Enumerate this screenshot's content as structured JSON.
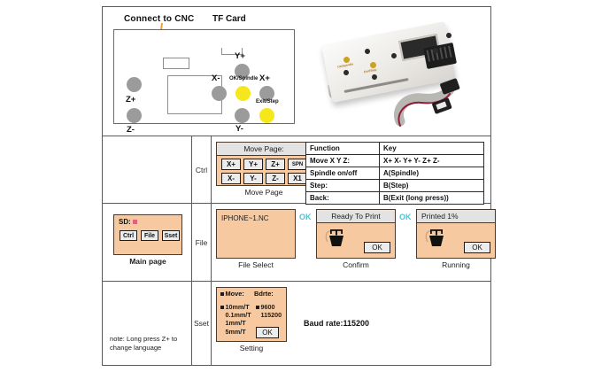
{
  "top_panel": {
    "connect_label": "Connect to CNC",
    "tf_label": "TF Card",
    "buttons": [
      {
        "name": "z-plus",
        "label": "Z+",
        "color": "#9b9b9b"
      },
      {
        "name": "z-minus",
        "label": "Z-",
        "color": "#9b9b9b"
      },
      {
        "name": "y-plus",
        "label": "Y+",
        "color": "#9b9b9b"
      },
      {
        "name": "y-minus",
        "label": "Y-",
        "color": "#9b9b9b"
      },
      {
        "name": "x-minus",
        "label": "X-",
        "color": "#9b9b9b"
      },
      {
        "name": "x-plus",
        "label": "X+",
        "color": "#9b9b9b"
      },
      {
        "name": "ok-spindle",
        "label": "OK/Spindle",
        "color": "#f5e71b"
      },
      {
        "name": "exit-step",
        "label": "Exit/Step",
        "color": "#f5e71b"
      }
    ]
  },
  "ctrl_row": {
    "row_label": "Ctrl",
    "screen_title": "Move Page:",
    "keys": [
      "X+",
      "Y+",
      "Z+",
      "SPN",
      "X-",
      "Y-",
      "Z-",
      "X1"
    ],
    "caption": "Move Page",
    "function_table": {
      "headers": [
        "Function",
        "Key"
      ],
      "rows": [
        [
          "Move X Y Z:",
          "X+  X-  Y+  Y-  Z+  Z-"
        ],
        [
          "Spindle on/off",
          "A(Spindle)"
        ],
        [
          "Step:",
          "B(Step)"
        ],
        [
          "Back:",
          "B(Exit (long press))"
        ]
      ]
    }
  },
  "main_page": {
    "sd_label": "SD:",
    "sd_indicator_color": "#e0607e",
    "buttons": [
      "Ctrl",
      "File",
      "Sset"
    ],
    "caption": "Main page",
    "note": "note: Long press Z+ to change language"
  },
  "file_row": {
    "row_label": "File",
    "file_select": {
      "file_name": "IPHONE~1.NC",
      "caption": "File Select"
    },
    "ok_tag_1": "OK",
    "confirm": {
      "title": "Ready To Print",
      "ok_button": "OK",
      "caption": "Confirm"
    },
    "ok_tag_2": "OK",
    "running": {
      "title": "Printed 1%",
      "ok_button": "OK",
      "caption": "Running"
    }
  },
  "sset_row": {
    "row_label": "Sset",
    "setting": {
      "header_move": "Move:",
      "header_bdrte": "Bdrte:",
      "move_options": [
        "10mm/T",
        "0.1mm/T",
        "1mm/T",
        "5mm/T"
      ],
      "move_selected": "10mm/T",
      "baud_options": [
        "9600",
        "115200"
      ],
      "baud_selected": "9600",
      "ok_button": "OK",
      "caption": "Setting"
    },
    "baud_rate_text": "Baud rate:115200"
  }
}
